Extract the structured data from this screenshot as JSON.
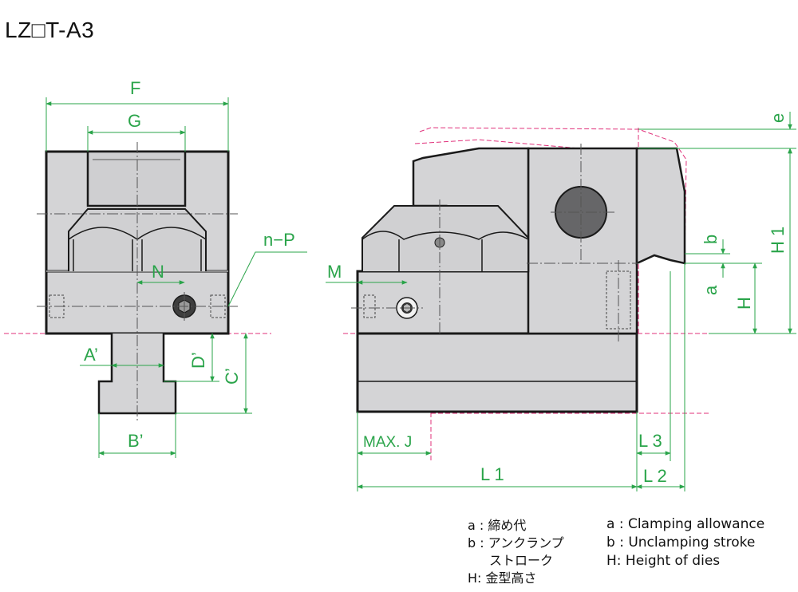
{
  "title": "LZ□T-A3",
  "dimensions": {
    "F": "F",
    "G": "G",
    "N": "N",
    "nP": "n−P",
    "A": "A’",
    "B": "B’",
    "C": "C’",
    "D": "D’",
    "M": "M",
    "MAXJ": "MAX. J",
    "L1": "L 1",
    "L2": "L 2",
    "L3": "L 3",
    "e": "e",
    "H1": "H 1",
    "b": "b",
    "a": "a",
    "H": "H"
  },
  "legend": {
    "jp": {
      "a": "a : 締め代",
      "b1": "b : アンクランプ",
      "b2": "ストローク",
      "h": "H: 金型高さ"
    },
    "en": {
      "a": "a : Clamping allowance",
      "b": "b : Unclamping stroke",
      "h": "H: Height of dies"
    }
  },
  "colors": {
    "dimension": "#2aa44a",
    "outline": "#1a1a1a",
    "body_fill": "#d4d4d6",
    "phantom": "#e0307a",
    "center": "#555555"
  }
}
